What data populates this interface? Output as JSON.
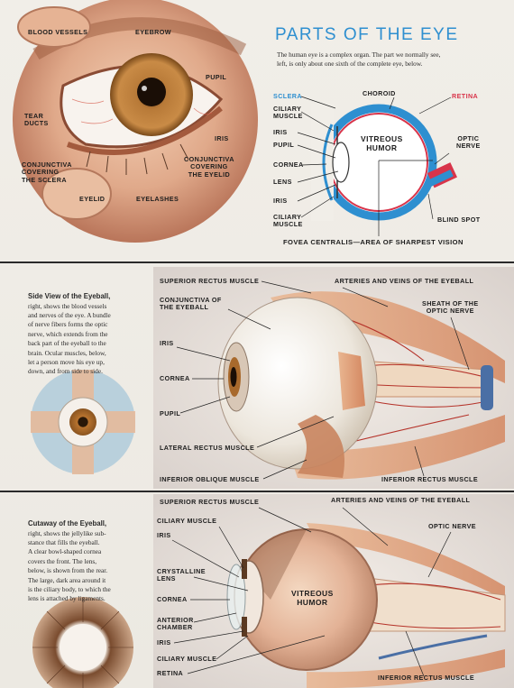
{
  "title": "PARTS OF THE EYE",
  "intro": "The human eye is a complex organ. The part we normally see,\nleft, is only about one sixth of the complete eye, below.",
  "top_left_labels": {
    "blood_vessels": "BLOOD VESSELS",
    "eyebrow": "EYEBROW",
    "pupil": "PUPIL",
    "tear_ducts": "TEAR\nDUCTS",
    "iris": "IRIS",
    "conjunctiva_sclera": "CONJUNCTIVA\nCOVERING\nTHE SCLERA",
    "conjunctiva_eyelid": "CONJUNCTIVA\nCOVERING\nTHE EYELID",
    "eyelid": "EYELID",
    "eyelashes": "EYELASHES"
  },
  "cross_section_labels": {
    "sclera": "SCLERA",
    "choroid": "CHOROID",
    "retina": "RETINA",
    "ciliary_muscle_top": "CILIARY\nMUSCLE",
    "iris_top": "IRIS",
    "pupil": "PUPIL",
    "cornea": "CORNEA",
    "lens": "LENS",
    "iris_bottom": "IRIS",
    "ciliary_muscle_bottom": "CILIARY\nMUSCLE",
    "vitreous_humor": "VITREOUS\nHUMOR",
    "optic_nerve": "OPTIC\nNERVE",
    "blind_spot": "BLIND SPOT",
    "fovea": "FOVEA CENTRALIS—AREA OF SHARPEST VISION"
  },
  "colors": {
    "title_blue": "#2e8fd0",
    "sclera_blue": "#2e8fd0",
    "retina_red": "#d8344a",
    "iris_brown": "#b07a3a"
  },
  "side_view": {
    "caption_title": "Side View of the Eyeball,",
    "caption_body": "right, shows the blood vessels\nand nerves of the eye. A bundle\nof nerve fibers forms the optic\nnerve, which extends from the\nback part of the eyeball to the\nbrain. Ocular muscles, below,\nlet a person move his eye up,\ndown, and from side to side.",
    "labels": {
      "superior_rectus": "SUPERIOR RECTUS MUSCLE",
      "arteries": "ARTERIES AND VEINS OF THE EYEBALL",
      "conjunctiva": "CONJUNCTIVA OF\nTHE EYEBALL",
      "sheath": "SHEATH OF THE\nOPTIC NERVE",
      "iris": "IRIS",
      "cornea": "CORNEA",
      "pupil": "PUPIL",
      "lateral_rectus": "LATERAL RECTUS MUSCLE",
      "inferior_oblique": "INFERIOR OBLIQUE MUSCLE",
      "inferior_rectus": "INFERIOR RECTUS MUSCLE"
    }
  },
  "cutaway": {
    "caption_title": "Cutaway of the Eyeball,",
    "caption_body": "right, shows the jellylike sub-\nstance that fills the eyeball.\nA clear bowl-shaped cornea\ncovers the front. The lens,\nbelow, is shown from the rear.\nThe large, dark area around it\nis the ciliary body, to which the\nlens is attached by ligaments.",
    "labels": {
      "superior_rectus": "SUPERIOR RECTUS MUSCLE",
      "arteries": "ARTERIES AND VEINS OF THE EYEBALL",
      "ciliary_muscle_top": "CILIARY MUSCLE",
      "iris_top": "IRIS",
      "optic_nerve": "OPTIC NERVE",
      "crystalline_lens": "CRYSTALLINE\nLENS",
      "vitreous_humor": "VITREOUS\nHUMOR",
      "cornea": "CORNEA",
      "anterior_chamber": "ANTERIOR\nCHAMBER",
      "iris_bottom": "IRIS",
      "ciliary_muscle_bottom": "CILIARY MUSCLE",
      "retina": "RETINA",
      "inferior_rectus": "INFERIOR RECTUS MUSCLE"
    }
  }
}
